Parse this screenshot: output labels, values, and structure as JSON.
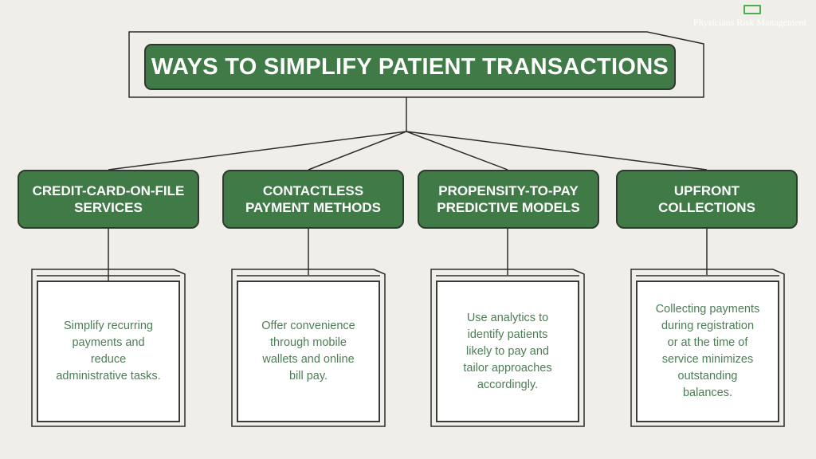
{
  "brand": {
    "name": "Physicians Risk Management",
    "accent": "#4caf50"
  },
  "title": "WAYS TO SIMPLIFY PATIENT TRANSACTIONS",
  "colors": {
    "box_green": "#3f7a47",
    "text_green": "#4d7d55",
    "background": "#efeee8"
  },
  "categories": [
    {
      "label": "CREDIT-CARD-ON-FILE SERVICES",
      "description": "Simplify recurring payments and reduce administrative tasks."
    },
    {
      "label": "CONTACTLESS PAYMENT METHODS",
      "description": "Offer convenience through mobile wallets and online bill pay."
    },
    {
      "label": "PROPENSITY-TO-PAY PREDICTIVE MODELS",
      "description": "Use analytics to identify patients likely to pay and tailor approaches accordingly."
    },
    {
      "label": "UPFRONT COLLECTIONS",
      "description": "Collecting payments during registration or at the time of service minimizes outstanding balances."
    }
  ]
}
